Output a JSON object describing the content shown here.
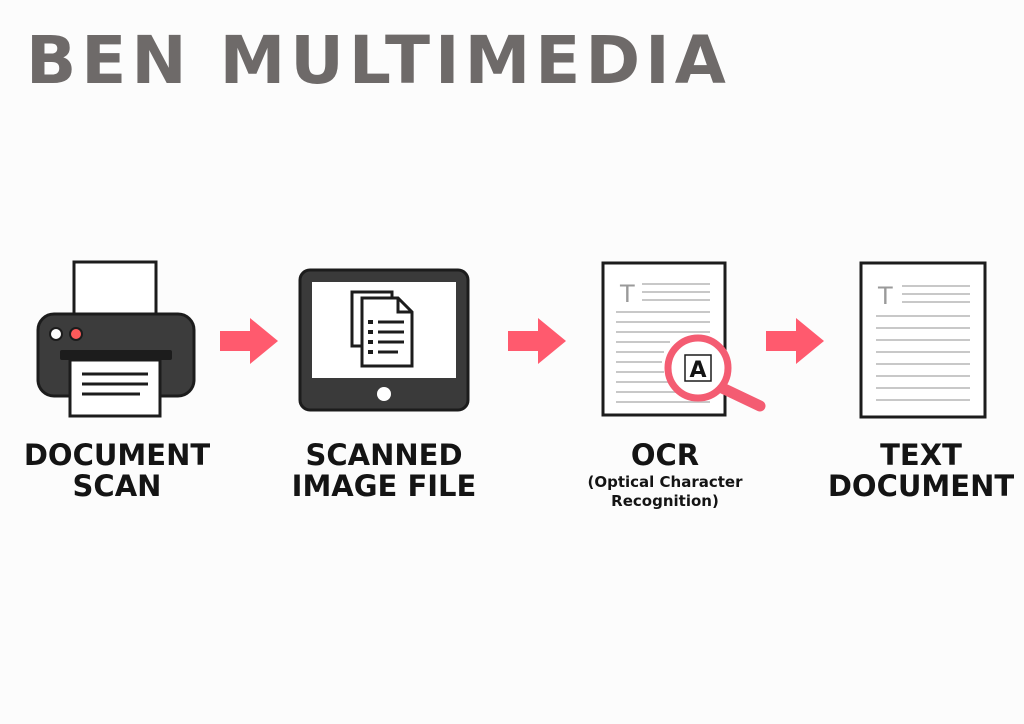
{
  "brand": {
    "title": "BEN MULTIMEDIA"
  },
  "colors": {
    "accent": "#ff5a6e",
    "ink": "#1c1c1c",
    "brand_text": "#6e6a69"
  },
  "steps": [
    {
      "icon": "printer-icon",
      "line1": "DOCUMENT",
      "line2": "SCAN"
    },
    {
      "icon": "monitor-document-icon",
      "line1": "SCANNED",
      "line2": "IMAGE FILE"
    },
    {
      "icon": "ocr-magnifier-icon",
      "line1": "OCR",
      "sub1": "(Optical Character",
      "sub2": "Recognition)",
      "doc_letter": "T",
      "lens_letter": "A"
    },
    {
      "icon": "text-document-icon",
      "line1": "TEXT",
      "line2": "DOCUMENT",
      "doc_letter": "T"
    }
  ]
}
